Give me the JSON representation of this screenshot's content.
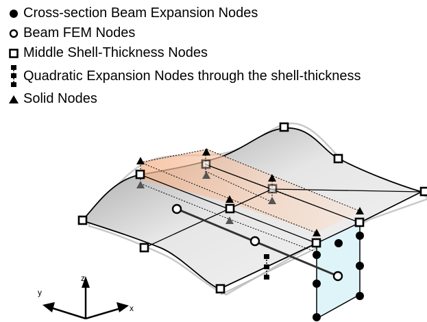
{
  "legend": {
    "items": [
      {
        "symbol": "filled-circle",
        "label": "Cross-section Beam Expansion Nodes"
      },
      {
        "symbol": "open-circle",
        "label": "Beam FEM Nodes"
      },
      {
        "symbol": "open-square",
        "label": "Middle Shell-Thickness Nodes"
      },
      {
        "symbol": "stacked-squares",
        "label": "Quadratic Expansion Nodes through the shell-thickness"
      },
      {
        "symbol": "filled-triangle",
        "label": "Solid Nodes"
      }
    ]
  },
  "axes": {
    "x": "x",
    "y": "y",
    "z": "z"
  },
  "colors": {
    "solid_highlight": "#f7c9a8",
    "cross_section": "#dff4f9",
    "shell": "#d8d8d8"
  }
}
